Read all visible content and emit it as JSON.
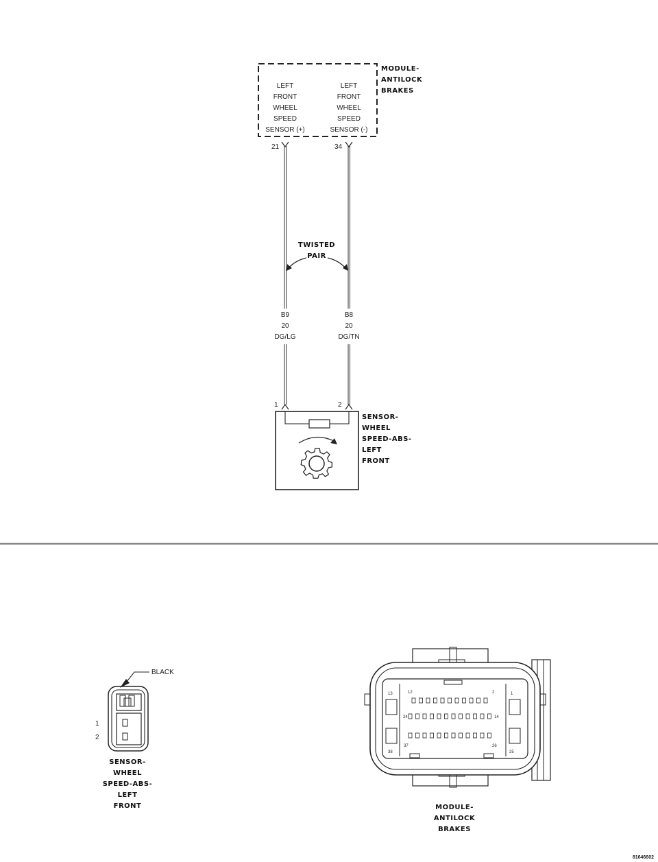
{
  "module": {
    "label": [
      "MODULE-",
      "ANTILOCK",
      "BRAKES"
    ],
    "pin_left": {
      "lines": [
        "LEFT",
        "FRONT",
        "WHEEL",
        "SPEED",
        "SENSOR (+)"
      ],
      "cavity": "21"
    },
    "pin_right": {
      "lines": [
        "LEFT",
        "FRONT",
        "WHEEL",
        "SPEED",
        "SENSOR (-)"
      ],
      "cavity": "34"
    }
  },
  "twisted_pair": [
    "TWISTED",
    "PAIR"
  ],
  "wires": [
    {
      "lines": [
        "B9",
        "20",
        "DG/LG"
      ]
    },
    {
      "lines": [
        "B8",
        "20",
        "DG/TN"
      ]
    }
  ],
  "sensor": {
    "label": [
      "SENSOR-",
      "WHEEL",
      "SPEED-ABS-",
      "LEFT",
      "FRONT"
    ],
    "pins": [
      "1",
      "2"
    ]
  },
  "connector_sensor": {
    "color_label": "BLACK",
    "pins": [
      "1",
      "2"
    ],
    "label": [
      "SENSOR-",
      "WHEEL",
      "SPEED-ABS-",
      "LEFT",
      "FRONT"
    ]
  },
  "connector_module": {
    "label": [
      "MODULE-",
      "ANTILOCK",
      "BRAKES"
    ],
    "cavity_numbers": [
      "13",
      "12",
      "2",
      "1",
      "24",
      "14",
      "37",
      "38",
      "26",
      "25"
    ]
  },
  "figure_id": "81646602"
}
